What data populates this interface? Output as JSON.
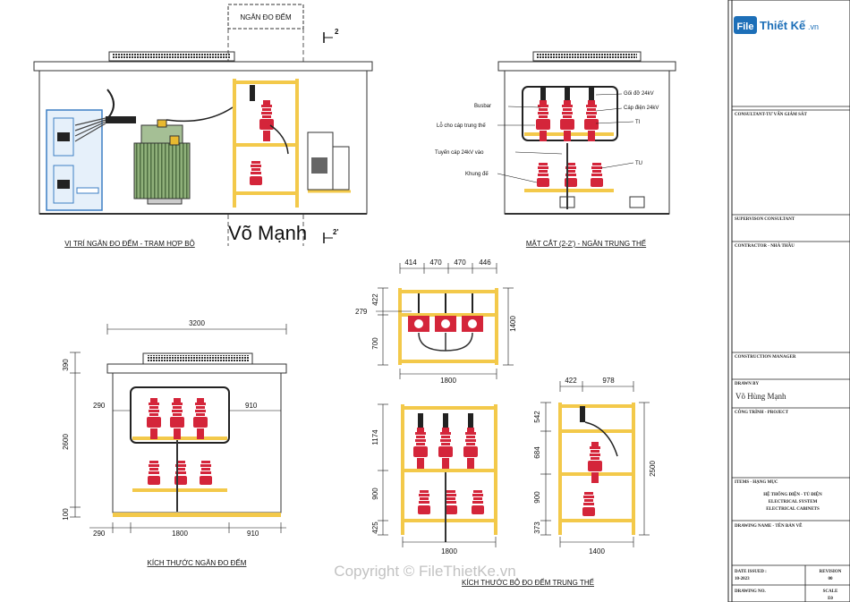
{
  "colors": {
    "frame_yellow": "#f3c94a",
    "insulator_red": "#d4253a",
    "cabinet_blue": "#3d7fc4",
    "transformer_green": "#7fa36a",
    "logo_blue": "#1d6fb8"
  },
  "labels": {
    "compartment_top": "NGĂN ĐO ĐẾM",
    "section_mark_top": "2",
    "section_mark_bottom": "2'",
    "author_big": "Võ Mạnh",
    "ann_busbar": "Busbar",
    "ann_cable_hole": "Lỗ cho cáp trung thế",
    "ann_incoming": "Tuyến cáp 24kV vào",
    "ann_frame": "Khung đế",
    "ann_support": "Gối đỡ 24kV",
    "ann_cable": "Cáp điện 24kV",
    "ann_ti": "TI",
    "ann_tu": "TU"
  },
  "captions": {
    "location": "VỊ TRÍ NGĂN ĐO ĐẾM - TRẠM HỢP BỘ",
    "section": "MẶT CẮT (2-2') - NGĂN TRUNG THẾ",
    "dims_compartment": "KÍCH THƯỚC NGĂN ĐO ĐẾM",
    "dims_unit": "KÍCH THƯỚC BỘ ĐO ĐẾM TRUNG THẾ"
  },
  "dims": {
    "d3200": "3200",
    "d390": "390",
    "d2600": "2600",
    "d100": "100",
    "d290a": "290",
    "d910a": "910",
    "d290b": "290",
    "d1800a": "1800",
    "d910b": "910",
    "t414": "414",
    "t470a": "470",
    "t470b": "470",
    "t446": "446",
    "t422": "422",
    "t279": "279",
    "t700": "700",
    "t1400": "1400",
    "t1800": "1800",
    "f1174": "1174",
    "f900": "900",
    "f425": "425",
    "f1800": "1800",
    "s422": "422",
    "s978": "978",
    "s542": "542",
    "s684": "684",
    "s900": "900",
    "s373": "373",
    "s2500": "2500",
    "s1400": "1400"
  },
  "watermark": "Copyright © FileThietKe.vn",
  "logo": {
    "badge": "File",
    "text": "Thiết Kế",
    "suffix": ".vn"
  },
  "title_block": {
    "consultant": "CONSULTANT-TƯ VẤN GIÁM SÁT",
    "supervision": "SUPERVISON CONSULTANT",
    "contractor": "CONTRACTOR - NHÀ THẦU",
    "construction": "CONSTRUCTION MANAGER",
    "drawn_by": "DRAWN BY",
    "drawn_by_name": "Võ Hùng Mạnh",
    "project": "CÔNG TRÌNH - PROJECT",
    "items": "ITEMS - HẠNG MỤC",
    "items_line1": "HỆ THỐNG ĐIỆN - TỦ ĐIỆN",
    "items_line2": "ELECTRICAL SYSTEM",
    "items_line3": "ELECTRICAL CABINETS",
    "drawing_name": "DRAWING NAME - TÊN BẢN VẼ",
    "date_issued": "DATE ISSUED :",
    "date_value": "10-2023",
    "revision": "REVISION",
    "revision_value": "00",
    "drawing_no": "DRAWING NO.",
    "scale": "SCALE",
    "scale_value": "E0"
  }
}
